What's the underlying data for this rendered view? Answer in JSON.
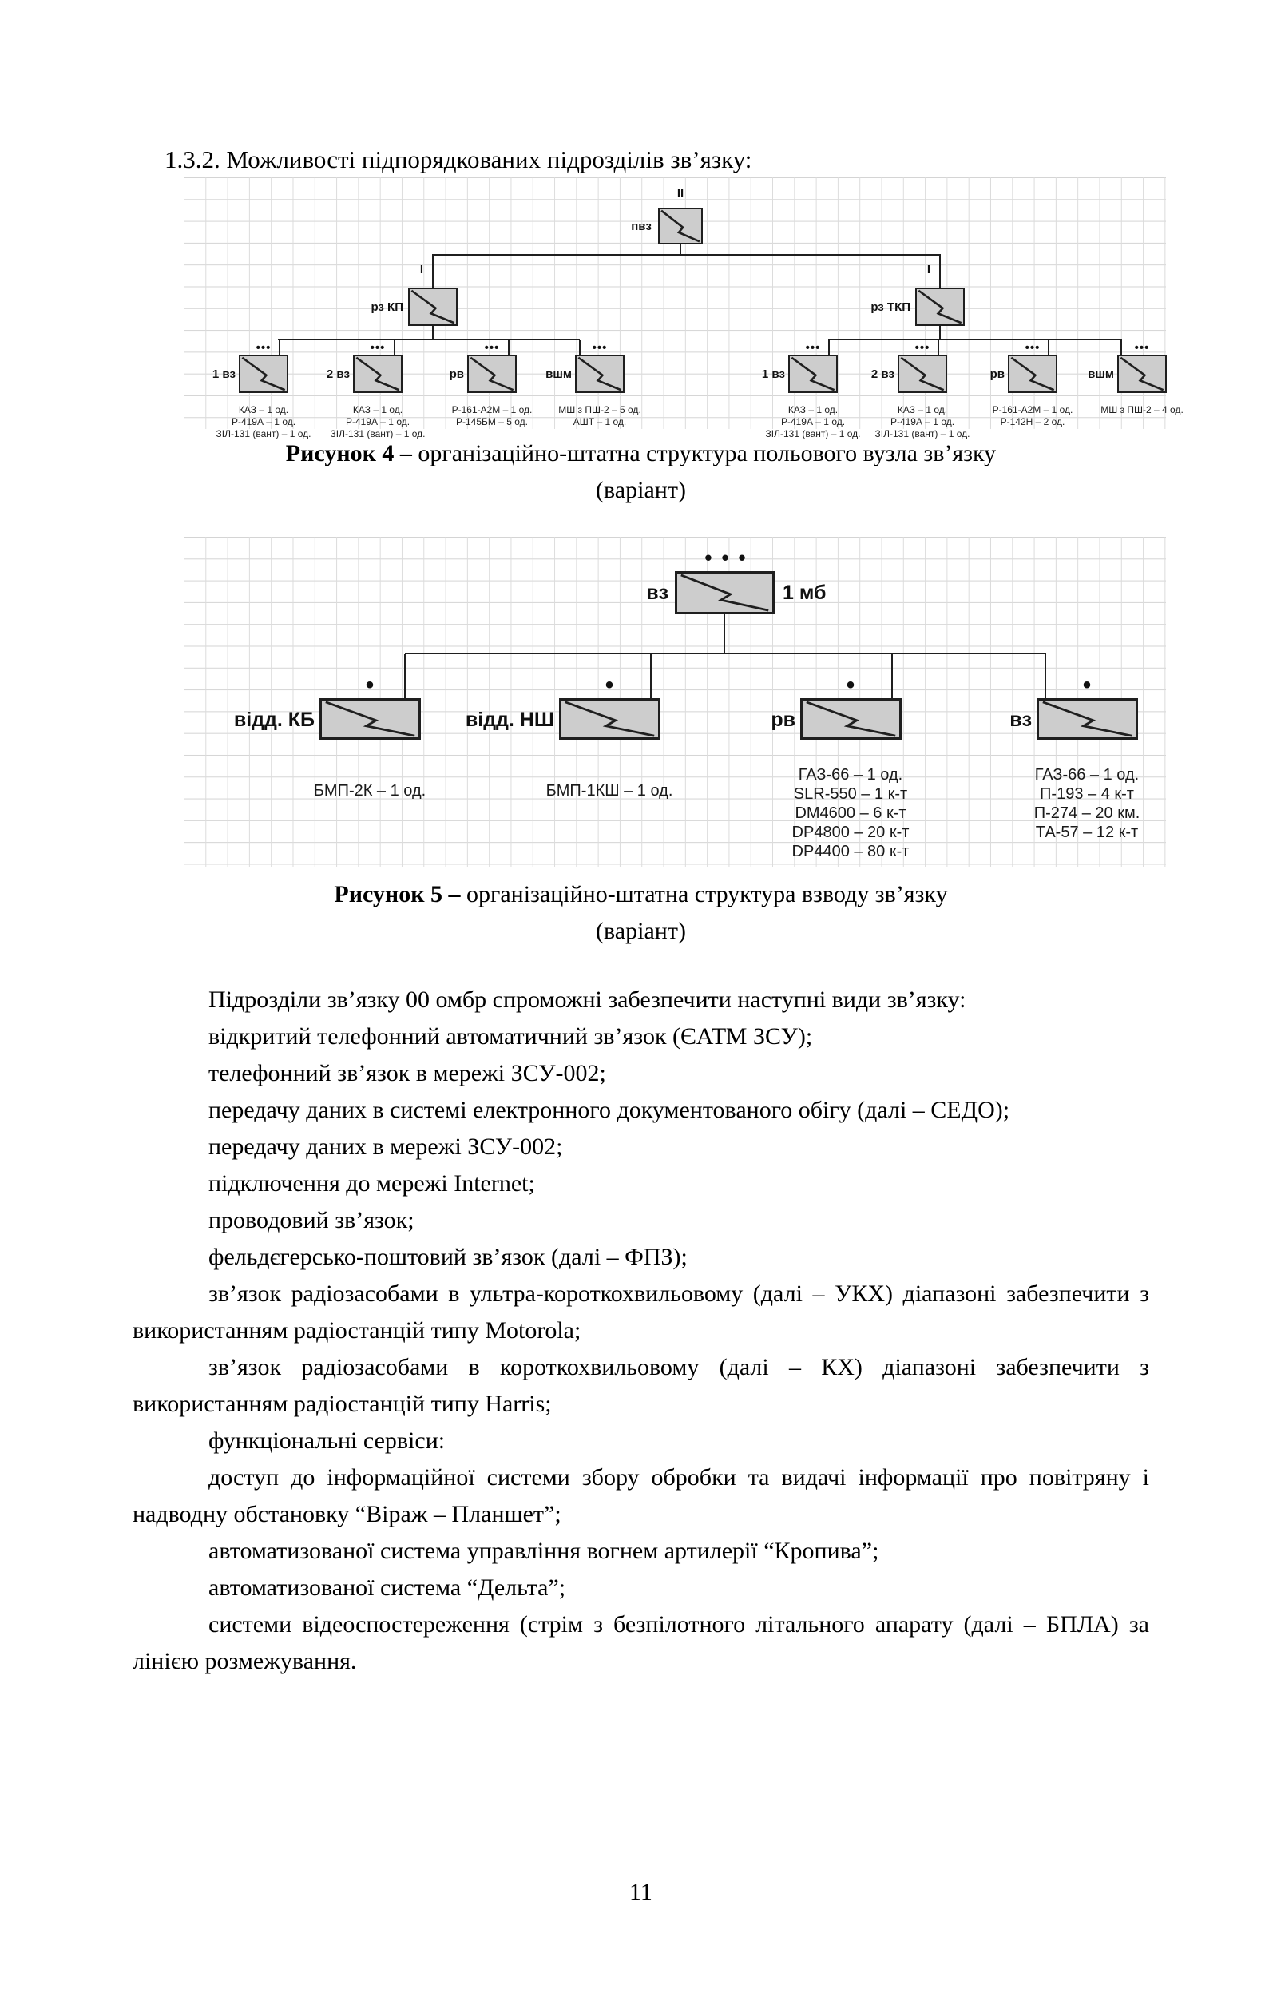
{
  "heading": "1.3.2. Можливості підпорядкованих підрозділів зв’язку:",
  "colors": {
    "box_fill": "#cdcdcd",
    "line_color": "#1f1f1f",
    "grid_color": "#d9d9d9"
  },
  "figure4": {
    "caption": {
      "bold": "Рисунок 4 –",
      "text": " організаційно-штатна структура польового вузла зв’язку",
      "line2": "(варіант)"
    },
    "root": {
      "mark": "II",
      "label": "пвз"
    },
    "groups": [
      {
        "mark": "I",
        "label": "рз КП",
        "children": [
          {
            "mark": "•••",
            "label": "1 вз",
            "equipment": [
              "КАЗ – 1 од.",
              "Р-419А – 1 од.",
              "ЗІЛ-131 (вант) – 1 од."
            ]
          },
          {
            "mark": "•••",
            "label": "2 вз",
            "equipment": [
              "КАЗ – 1 од.",
              "Р-419А – 1 од.",
              "ЗІЛ-131 (вант) – 1 од."
            ]
          },
          {
            "mark": "•••",
            "label": "рв",
            "equipment": [
              "Р-161-А2М – 1 од.",
              "Р-145БМ – 5 од."
            ]
          },
          {
            "mark": "•••",
            "label": "вшм",
            "equipment": [
              "МШ з ПШ-2 – 5 од.",
              "АШТ – 1 од."
            ]
          }
        ]
      },
      {
        "mark": "I",
        "label": "рз ТКП",
        "children": [
          {
            "mark": "•••",
            "label": "1 вз",
            "equipment": [
              "КАЗ – 1 од.",
              "Р-419А – 1 од.",
              "ЗІЛ-131 (вант) – 1 од."
            ]
          },
          {
            "mark": "•••",
            "label": "2 вз",
            "equipment": [
              "КАЗ – 1 од.",
              "Р-419А – 1 од.",
              "ЗІЛ-131 (вант) – 1 од."
            ]
          },
          {
            "mark": "•••",
            "label": "рв",
            "equipment": [
              "Р-161-А2М – 1 од.",
              "Р-142Н – 2 од."
            ]
          },
          {
            "mark": "•••",
            "label": "вшм",
            "equipment": [
              "МШ з ПШ-2 – 4 од."
            ]
          }
        ]
      }
    ]
  },
  "figure5": {
    "caption": {
      "bold": "Рисунок 5 –",
      "text": " організаційно-штатна структура взводу зв’язку",
      "line2": "(варіант)"
    },
    "root": {
      "mark": "•••",
      "label_left": "вз",
      "label_right": "1 мб"
    },
    "children": [
      {
        "mark": "•",
        "label": "відд. КБ",
        "equipment": [
          "БМП-2К – 1 од."
        ]
      },
      {
        "mark": "•",
        "label": "відд. НШ",
        "equipment": [
          "БМП-1КШ – 1 од."
        ]
      },
      {
        "mark": "•",
        "label": "рв",
        "equipment": [
          "ГАЗ-66 – 1 од.",
          "SLR-550 – 1 к-т",
          "DM4600 – 6 к-т",
          "DP4800 – 20 к-т",
          "DP4400 – 80 к-т"
        ]
      },
      {
        "mark": "•",
        "label": "вз",
        "equipment": [
          "ГАЗ-66 – 1 од.",
          "П-193 – 4 к-т",
          "П-274 – 20 км.",
          "ТА-57 – 12 к-т"
        ]
      }
    ]
  },
  "body": {
    "paragraphs": [
      "Підрозділи зв’язку 00 омбр спроможні забезпечити наступні види зв’язку:",
      "відкритий телефонний автоматичний зв’язок (ЄАТМ ЗСУ);",
      "телефонний зв’язок в мережі ЗСУ-002;",
      "передачу даних в системі електронного документованого обігу (далі – СЕДО);",
      "передачу даних в мережі ЗСУ-002;",
      "підключення до мережі Internet;",
      "проводовий зв’язок;",
      "фельдєгерсько-поштовий зв’язок (далі – ФПЗ);",
      "зв’язок радіозасобами в ультра-короткохвильовому (далі – УКХ) діапазоні забезпечити з використанням радіостанцій типу Motorola;",
      "зв’язок радіозасобами в короткохвильовому (далі – КХ) діапазоні забезпечити з використанням радіостанцій типу Harris;",
      "функціональні сервіси:",
      "доступ до інформаційної системи збору обробки та видачі інформації про повітряну і надводну обстановку “Віраж – Планшет”;",
      "автоматизованої система управління вогнем артилерії “Кропива”;",
      "автоматизованої система “Дельта”;",
      "системи відеоспостереження (стрім з безпілотного літального апарату (далі – БПЛА) за лінією розмежування."
    ]
  },
  "page": {
    "number": "11"
  }
}
